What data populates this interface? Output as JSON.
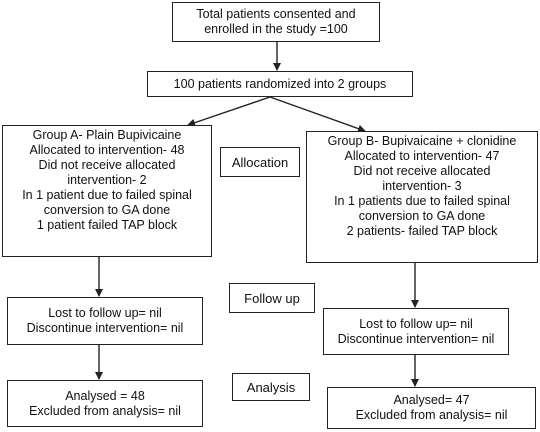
{
  "flowchart": {
    "enrolled": {
      "lines": [
        "Total patients consented and",
        "enrolled in the study =100"
      ]
    },
    "randomized": {
      "lines": [
        "100 patients randomized into 2 groups"
      ]
    },
    "group_a": {
      "lines": [
        "Group A- Plain Bupivicaine",
        "Allocated to intervention- 48",
        "Did not receive allocated",
        "intervention- 2",
        "In 1 patient due to failed spinal",
        "conversion to GA done",
        "1 patient failed TAP block"
      ]
    },
    "group_b": {
      "lines": [
        "Group B- Bupivaicaine + clonidine",
        "Allocated to intervention- 47",
        "Did not receive allocated",
        "intervention- 3",
        "In 1 patients due to failed spinal",
        "conversion to GA done",
        "2 patients- failed TAP block"
      ]
    },
    "followup_a": {
      "lines": [
        "Lost to follow up= nil",
        "Discontinue intervention= nil"
      ]
    },
    "followup_b": {
      "lines": [
        "Lost to follow up= nil",
        "Discontinue intervention= nil"
      ]
    },
    "analysis_a": {
      "lines": [
        "Analysed = 48",
        "Excluded from analysis= nil"
      ]
    },
    "analysis_b": {
      "lines": [
        "Analysed= 47",
        "Excluded from analysis= nil"
      ]
    },
    "stage_labels": {
      "allocation": "Allocation",
      "followup": "Follow up",
      "analysis": "Analysis"
    }
  },
  "colors": {
    "stroke": "#222222",
    "text": "#111111",
    "background": "#ffffff"
  }
}
